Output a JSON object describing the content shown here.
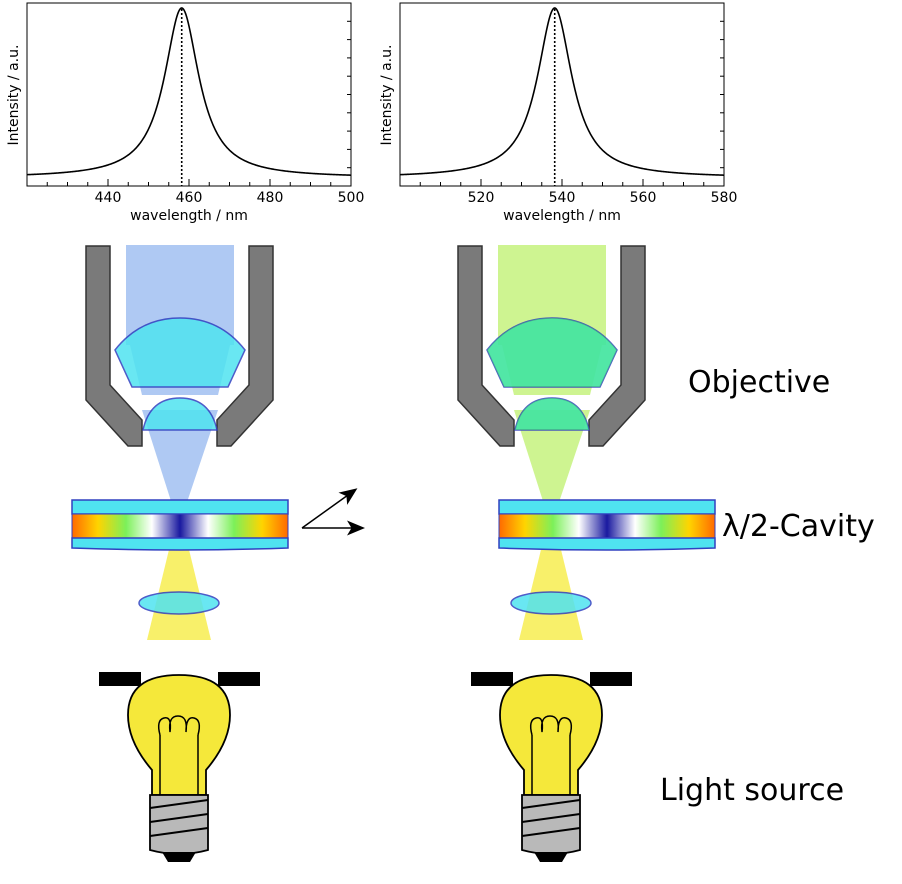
{
  "chart_data": [
    {
      "type": "line",
      "xlabel": "wavelength / nm",
      "ylabel": "Intensity / a.u.",
      "xlim": [
        420,
        500
      ],
      "x_ticks": [
        "440",
        "460",
        "480",
        "500"
      ],
      "series": [
        {
          "peak_nm": 458.2,
          "half_width_nm": 5.2,
          "baseline": 0.03,
          "dashed_marker_nm": 458.2
        }
      ],
      "grid": false
    },
    {
      "type": "line",
      "xlabel": "wavelength / nm",
      "ylabel": "Intensity / a.u.",
      "xlim": [
        500,
        580
      ],
      "x_ticks": [
        "520",
        "540",
        "560",
        "580"
      ],
      "series": [
        {
          "peak_nm": 538.2,
          "half_width_nm": 5.2,
          "baseline": 0.03,
          "dashed_marker_nm": 538.2
        }
      ],
      "grid": false
    }
  ],
  "labels": {
    "objective": "Objective",
    "cavity": "λ/2-Cavity",
    "light_source": "Light source"
  },
  "colors": {
    "blue_beam": "#9bbbf0",
    "green_beam": "#c6f27e",
    "yellow_light": "#f7ee5a",
    "lens_fill": "#4fe3f0",
    "objective_housing": "#7a7a7a",
    "bulb_glass": "#f5e83a"
  },
  "icons": {
    "bulb": "light-bulb-icon",
    "arrows": "arrow-icon"
  }
}
